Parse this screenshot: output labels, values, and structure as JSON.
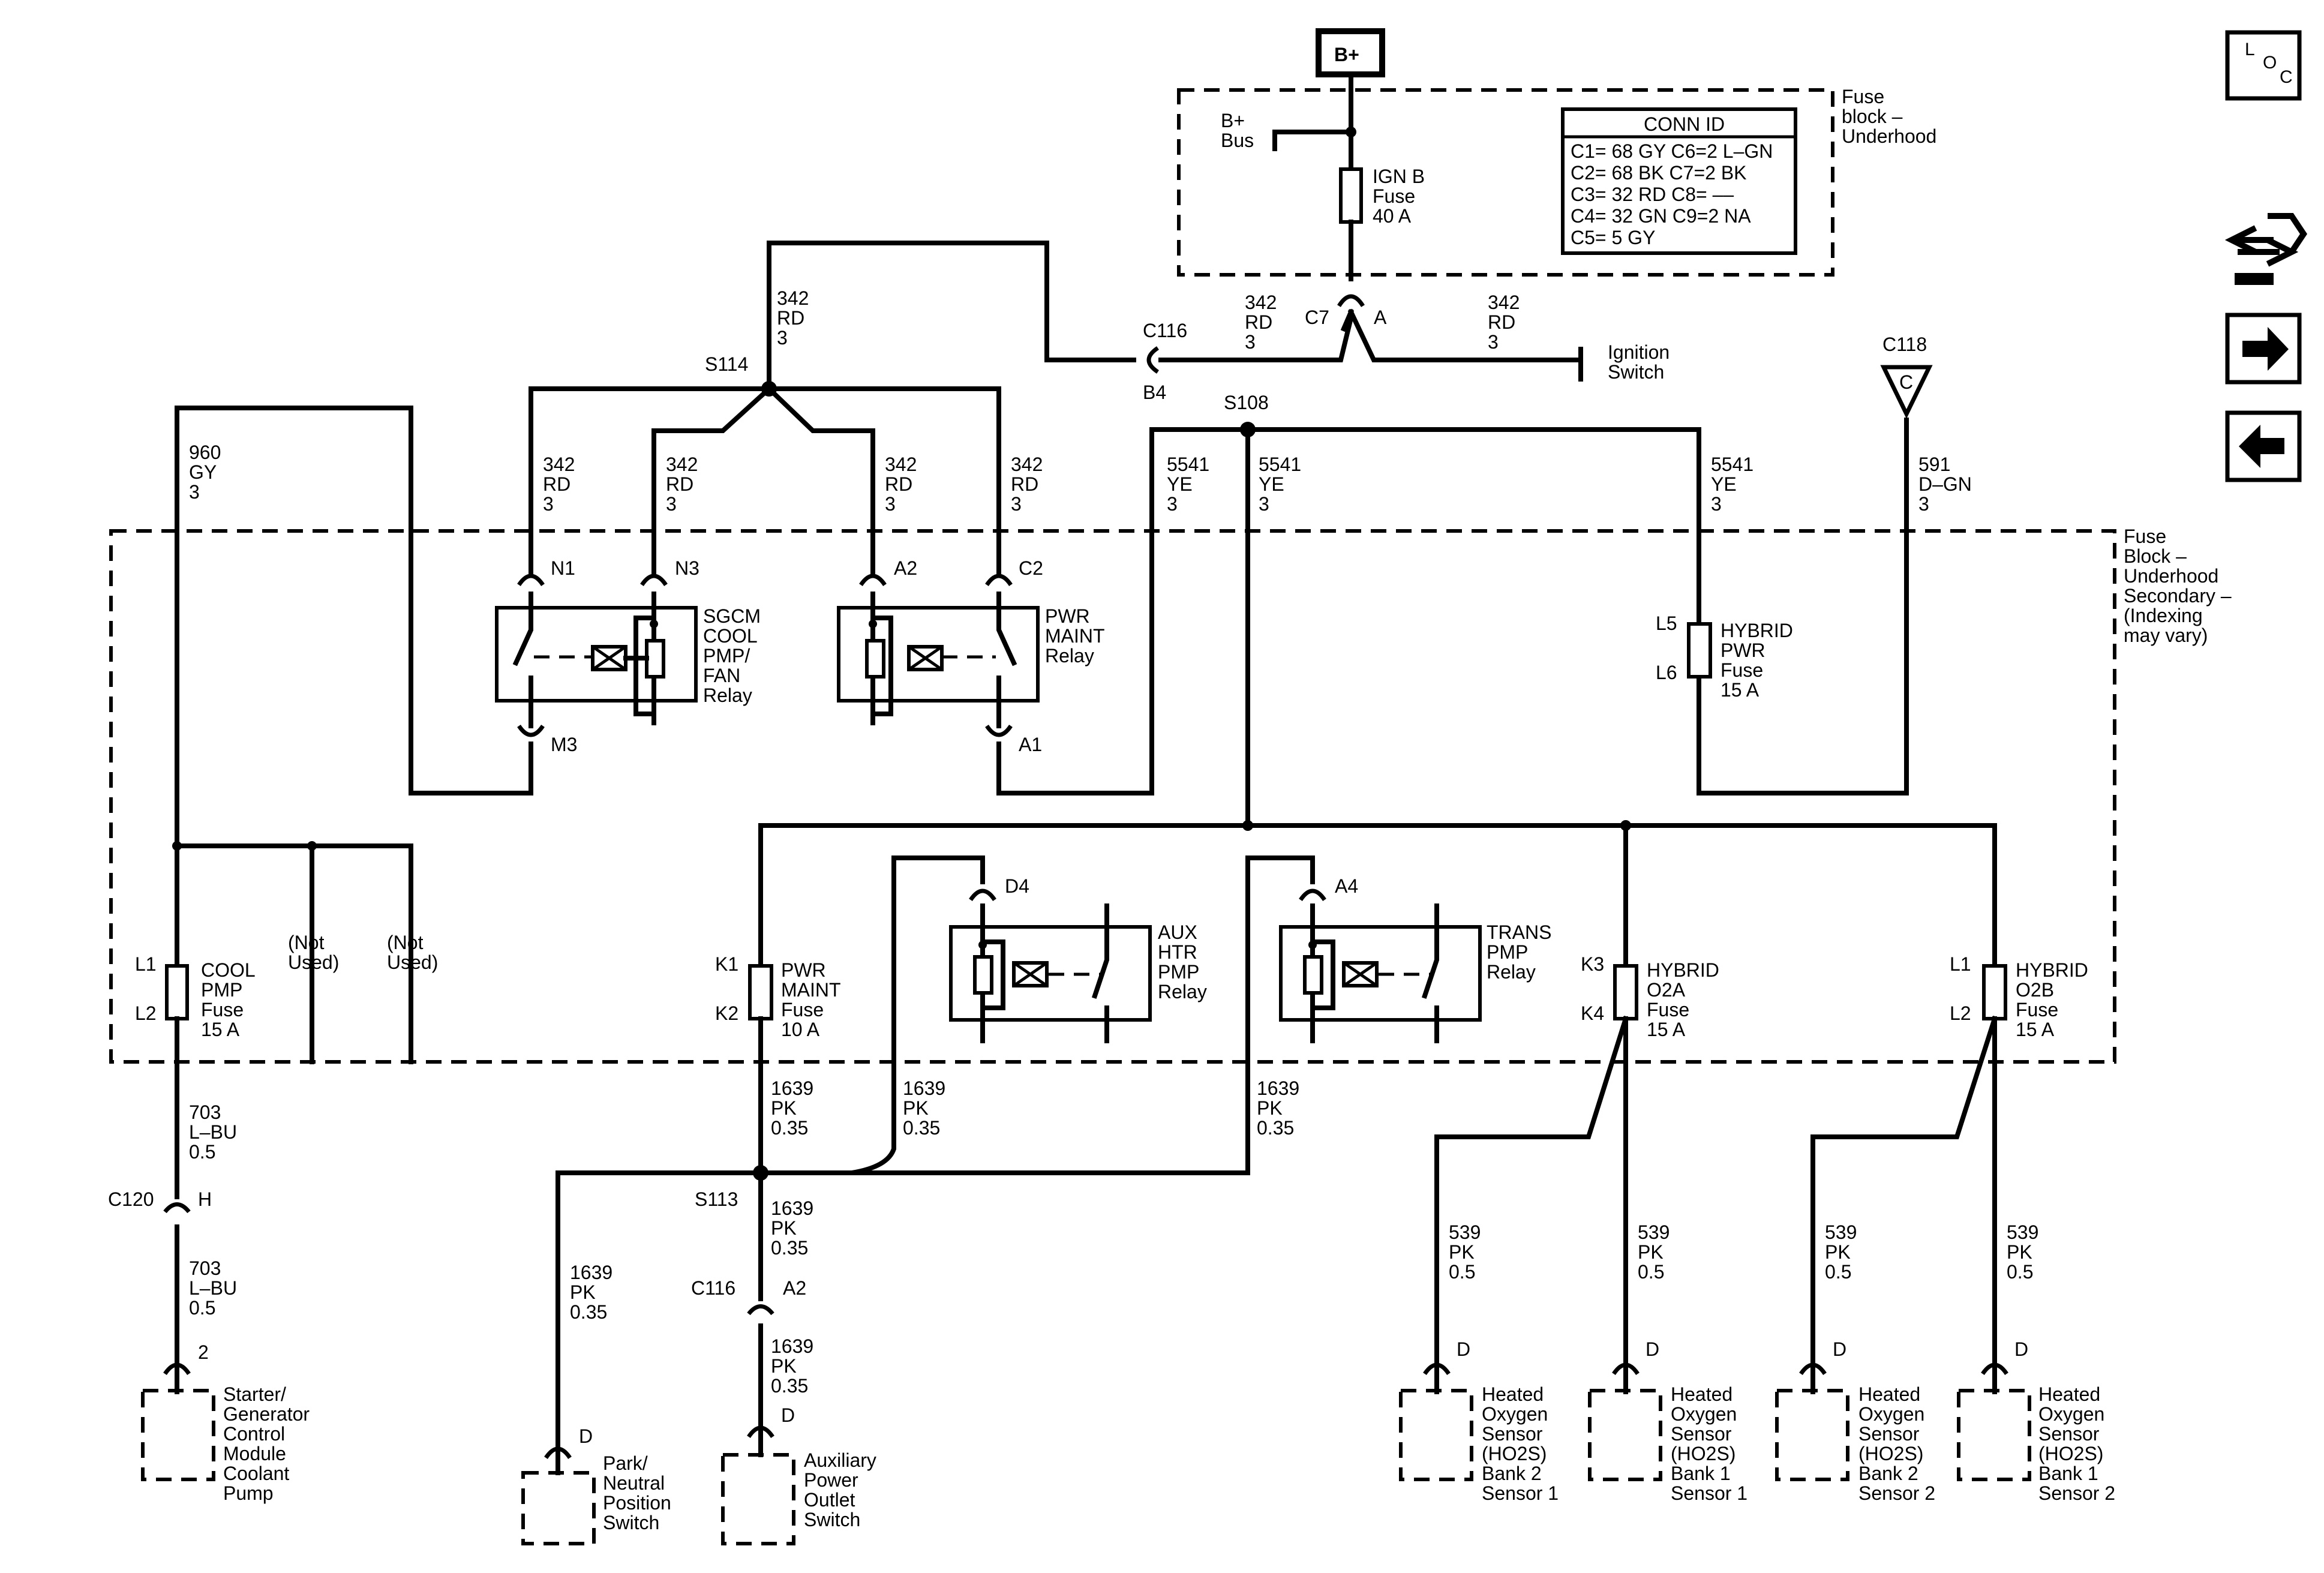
{
  "labels": {
    "bplus_box": "B+",
    "loc_l": "L",
    "loc_o": "O",
    "loc_c": "C",
    "fb_title": [
      "Fuse",
      "block –",
      "Underhood"
    ],
    "bplus_bus": [
      "B+",
      "Bus"
    ],
    "ign_b_fuse": [
      "IGN B",
      "Fuse",
      "40 A"
    ],
    "conn_id_title": "CONN ID",
    "conn_id_rows": [
      "C1= 68 GY  C6=2 L–GN",
      "C2= 68 BK  C7=2 BK",
      "C3= 32 RD  C8= ––",
      "C4= 32 GN  C9=2 NA",
      "C5= 5 GY"
    ],
    "c7": "C7",
    "c7_pin": "A",
    "w342_top": [
      "342",
      "RD",
      "3"
    ],
    "w342_c116": [
      "342",
      "RD",
      "3"
    ],
    "w342_ign": [
      "342",
      "RD",
      "3"
    ],
    "ignition_switch": [
      "Ignition",
      "Switch"
    ],
    "c116": "C116",
    "b4": "B4",
    "c118": "C118",
    "c118_pin": "C",
    "s114": "S114",
    "s108": "S108",
    "w960": [
      "960",
      "GY",
      "3"
    ],
    "w342_n1": [
      "342",
      "RD",
      "3"
    ],
    "w342_n3": [
      "342",
      "RD",
      "3"
    ],
    "w342_a2": [
      "342",
      "RD",
      "3"
    ],
    "w342_c2": [
      "342",
      "RD",
      "3"
    ],
    "w5541_a": [
      "5541",
      "YE",
      "3"
    ],
    "w5541_b": [
      "5541",
      "YE",
      "3"
    ],
    "w5541_c": [
      "5541",
      "YE",
      "3"
    ],
    "w591": [
      "591",
      "D–GN",
      "3"
    ],
    "fbs_title": [
      "Fuse",
      "Block –",
      "Underhood",
      "Secondary –",
      "(Indexing",
      "may vary)"
    ],
    "n1": "N1",
    "n3": "N3",
    "m3": "M3",
    "a2": "A2",
    "c2": "C2",
    "a1": "A1",
    "sgcm_relay": [
      "SGCM",
      "COOL",
      "PMP/",
      "FAN",
      "Relay"
    ],
    "pwr_maint_relay": [
      "PWR",
      "MAINT",
      "Relay"
    ],
    "l5": "L5",
    "l6": "L6",
    "hybrid_pwr_fuse": [
      "HYBRID",
      "PWR",
      "Fuse",
      "15 A"
    ],
    "d4": "D4",
    "a4": "A4",
    "aux_htr_relay": [
      "AUX",
      "HTR",
      "PMP",
      "Relay"
    ],
    "trans_relay": [
      "TRANS",
      "PMP",
      "Relay"
    ],
    "l1": "L1",
    "l2": "L2",
    "cool_pmp_fuse": [
      "COOL",
      "PMP",
      "Fuse",
      "15 A"
    ],
    "not_used_1": [
      "(Not",
      "Used)"
    ],
    "not_used_2": [
      "(Not",
      "Used)"
    ],
    "k1": "K1",
    "k2": "K2",
    "pwr_maint_fuse": [
      "PWR",
      "MAINT",
      "Fuse",
      "10 A"
    ],
    "k3": "K3",
    "k4": "K4",
    "hybrid_o2a_fuse": [
      "HYBRID",
      "O2A",
      "Fuse",
      "15 A"
    ],
    "l1b": "L1",
    "l2b": "L2",
    "hybrid_o2b_fuse": [
      "HYBRID",
      "O2B",
      "Fuse",
      "15 A"
    ],
    "w703_a": [
      "703",
      "L–BU",
      "0.5"
    ],
    "w703_b": [
      "703",
      "L–BU",
      "0.5"
    ],
    "c120": "C120",
    "c120_pin": "H",
    "sgcm_pin": "2",
    "starter_module": [
      "Starter/",
      "Generator",
      "Control",
      "Module",
      "Coolant",
      "Pump"
    ],
    "w1639_a": [
      "1639",
      "PK",
      "0.35"
    ],
    "w1639_b": [
      "1639",
      "PK",
      "0.35"
    ],
    "w1639_c": [
      "1639",
      "PK",
      "0.35"
    ],
    "w1639_d": [
      "1639",
      "PK",
      "0.35"
    ],
    "w1639_e": [
      "1639",
      "PK",
      "0.35"
    ],
    "w1639_f": [
      "1639",
      "PK",
      "0.35"
    ],
    "s113": "S113",
    "c116_b": "C116",
    "c116_b_pin": "A2",
    "park_pin": "D",
    "park_switch": [
      "Park/",
      "Neutral",
      "Position",
      "Switch"
    ],
    "aux_pin": "D",
    "aux_switch": [
      "Auxiliary",
      "Power",
      "Outlet",
      "Switch"
    ],
    "w539_a": [
      "539",
      "PK",
      "0.5"
    ],
    "w539_b": [
      "539",
      "PK",
      "0.5"
    ],
    "w539_c": [
      "539",
      "PK",
      "0.5"
    ],
    "w539_d": [
      "539",
      "PK",
      "0.5"
    ],
    "ho2s_pin_1": "D",
    "ho2s_pin_2": "D",
    "ho2s_pin_3": "D",
    "ho2s_pin_4": "D",
    "ho2s_b2s1": [
      "Heated",
      "Oxygen",
      "Sensor",
      "(HO2S)",
      "Bank 2",
      "Sensor 1"
    ],
    "ho2s_b1s1": [
      "Heated",
      "Oxygen",
      "Sensor",
      "(HO2S)",
      "Bank 1",
      "Sensor 1"
    ],
    "ho2s_b2s2": [
      "Heated",
      "Oxygen",
      "Sensor",
      "(HO2S)",
      "Bank 2",
      "Sensor 2"
    ],
    "ho2s_b1s2": [
      "Heated",
      "Oxygen",
      "Sensor",
      "(HO2S)",
      "Bank 1",
      "Sensor 2"
    ]
  },
  "icons": {
    "loc": "location-icon",
    "ref": "reference-icon",
    "next": "arrow-right-icon",
    "prev": "arrow-left-icon"
  }
}
